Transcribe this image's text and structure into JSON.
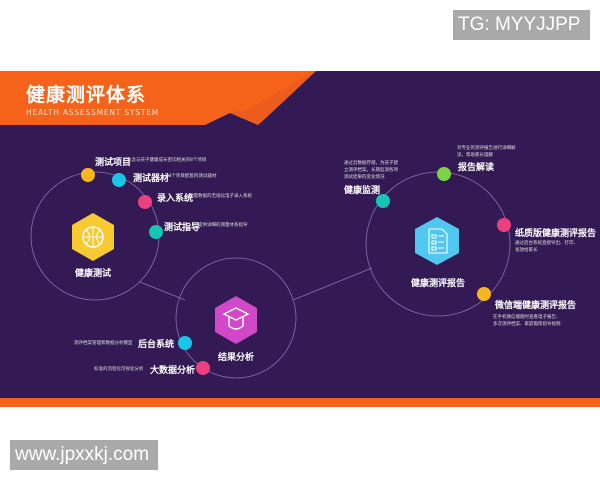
{
  "watermark_top": "TG: MYYJJPP",
  "watermark_bottom": "www.jpxxkj.com",
  "header": {
    "title": "健康测评体系",
    "subtitle": "HEALTH ASSESSMENT SYSTEM"
  },
  "colors": {
    "purple": "#331a55",
    "orange": "#f5621a",
    "yellow": "#f7b520",
    "cyan": "#1cc3e8",
    "pink": "#ec3f7f",
    "teal": "#16c4b4",
    "green": "#7cd444",
    "magenta": "#d148c8",
    "lightblue": "#4fc7ee"
  },
  "left": {
    "label": "健康测试",
    "icon": "basketball-icon",
    "items": [
      {
        "title": "测试项目",
        "desc": "包含与孩子健康成长密切相关的8个项目"
      },
      {
        "title": "测试器材",
        "desc": "与8个项目配套的测试器材"
      },
      {
        "title": "录入系统",
        "desc": "测量数据的无纸化电子录入系统"
      },
      {
        "title": "测试指导",
        "desc": "提供详细的测量体系指导"
      }
    ]
  },
  "center": {
    "label": "结果分析",
    "icon": "graduation-cap-icon",
    "items": [
      {
        "title": "后台系统",
        "desc": "测评档案管理和数据分析模型"
      },
      {
        "title": "大数据分析",
        "desc": "标准的流程化可视化分析"
      }
    ]
  },
  "right": {
    "label": "健康测评报告",
    "icon": "report-document-icon",
    "items": [
      {
        "title": "健康监测",
        "desc": "通过云数据存储，为孩子建立测评档案，长期监测各项测试结果的变化情况"
      },
      {
        "title": "报告解读",
        "desc": "对专业的测评报告进行详细解读，帮助家长理解"
      },
      {
        "title": "纸质版健康测评报告",
        "desc": "通过后台系统直接导出、打印、发放给家长"
      },
      {
        "title": "微信端健康测评报告",
        "desc": "在手机微信端随时查看电子报告、多次测评档案、家庭锻炼指导视频"
      }
    ]
  }
}
